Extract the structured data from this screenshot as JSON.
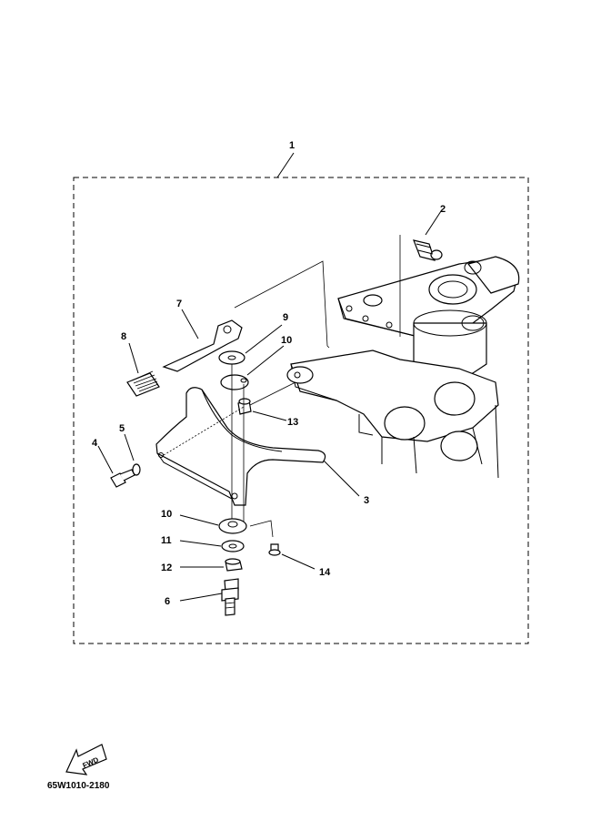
{
  "diagram": {
    "callouts": {
      "c1": "1",
      "c2": "2",
      "c3": "3",
      "c4": "4",
      "c5": "5",
      "c6": "6",
      "c7": "7",
      "c8": "8",
      "c9": "9",
      "c10a": "10",
      "c10b": "10",
      "c11": "11",
      "c12": "12",
      "c13": "13",
      "c14": "14"
    },
    "fwd_label": "FWD",
    "part_code": "65W1010-2180"
  }
}
